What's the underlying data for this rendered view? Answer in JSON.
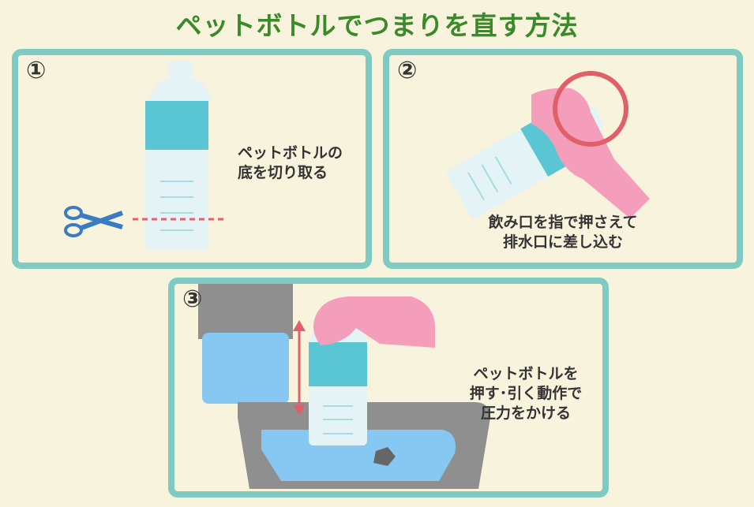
{
  "title": "ペットボトルでつまりを直す方法",
  "steps": [
    {
      "number": "①",
      "caption_lines": [
        "ペットボトルの",
        "底を切り取る"
      ]
    },
    {
      "number": "②",
      "caption_lines": [
        "飲み口を指で押さえて",
        "排水口に差し込む"
      ]
    },
    {
      "number": "③",
      "caption_lines": [
        "ペットボトルを",
        "押す･引く動作で",
        "圧力をかける"
      ]
    }
  ],
  "colors": {
    "title": "#3a8a2a",
    "border": "#7fcbc4",
    "label": "#5bc6d3",
    "hand": "#f59ebc",
    "highlight": "#e0606a"
  }
}
